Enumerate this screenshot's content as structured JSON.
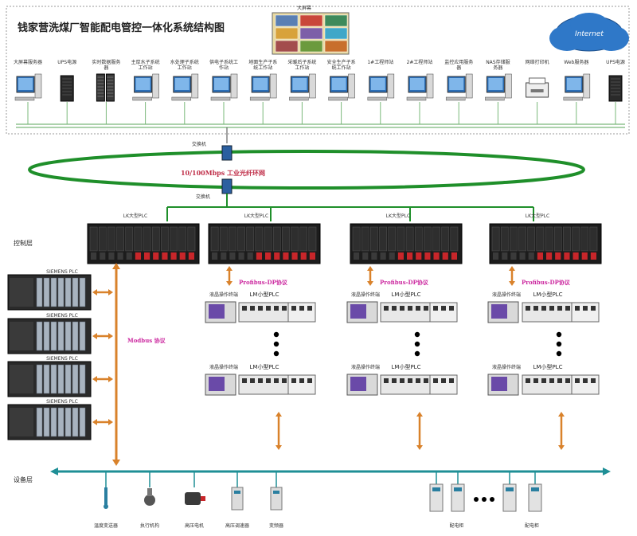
{
  "title": "钱家营洗煤厂智能配电管控一体化系统结构图",
  "big_screen_label": "大屏幕",
  "internet_label": "Internet",
  "top_devices": [
    {
      "label": "大屏幕服务器",
      "kind": "pc"
    },
    {
      "label": "UPS电源",
      "kind": "ups"
    },
    {
      "label": "实时数据服务器",
      "kind": "server"
    },
    {
      "label": "主厚水子系统工作站",
      "kind": "pc"
    },
    {
      "label": "水处理子系统工作站",
      "kind": "pc"
    },
    {
      "label": "供电子系统工作站",
      "kind": "pc"
    },
    {
      "label": "地面生产子系统工作站",
      "kind": "pc"
    },
    {
      "label": "采暖后子系统工作站",
      "kind": "pc"
    },
    {
      "label": "安全生产子系统工作站",
      "kind": "pc"
    },
    {
      "label": "1#工程师站",
      "kind": "pc"
    },
    {
      "label": "2#工程师站",
      "kind": "pc"
    },
    {
      "label": "监控应用服务器",
      "kind": "pc"
    },
    {
      "label": "NAS存储服务器",
      "kind": "pc"
    },
    {
      "label": "网络打印机",
      "kind": "printer"
    },
    {
      "label": "Web服务器",
      "kind": "pc"
    },
    {
      "label": "UPS电源",
      "kind": "ups"
    }
  ],
  "switch_top_label": "交换机",
  "switch_bottom_label": "交换机",
  "ring_label": "10/100Mbps 工业光纤环网",
  "control_layer_label": "控制层",
  "device_layer_label": "设备层",
  "lk_plc_labels": [
    "LK大型PLC",
    "LK大型PLC",
    "LK大型PLC",
    "LK大型PLC"
  ],
  "siemens_labels": [
    "SIEMENS PLC",
    "SIEMENS PLC",
    "SIEMENS PLC",
    "SIEMENS PLC"
  ],
  "modbus_label": "Modbus 协议",
  "profibus_labels": [
    "Profibus-DP协议",
    "Profibus-DP协议",
    "Profibus-DP协议"
  ],
  "hmi_label": "液晶操作终端",
  "lm_plc_label": "LM小型PLC",
  "field_devices": [
    "温度变送器",
    "执行机构",
    "高压电机",
    "高压调速器",
    "变频器"
  ],
  "dist_cabinet_label": "配电柜"
}
